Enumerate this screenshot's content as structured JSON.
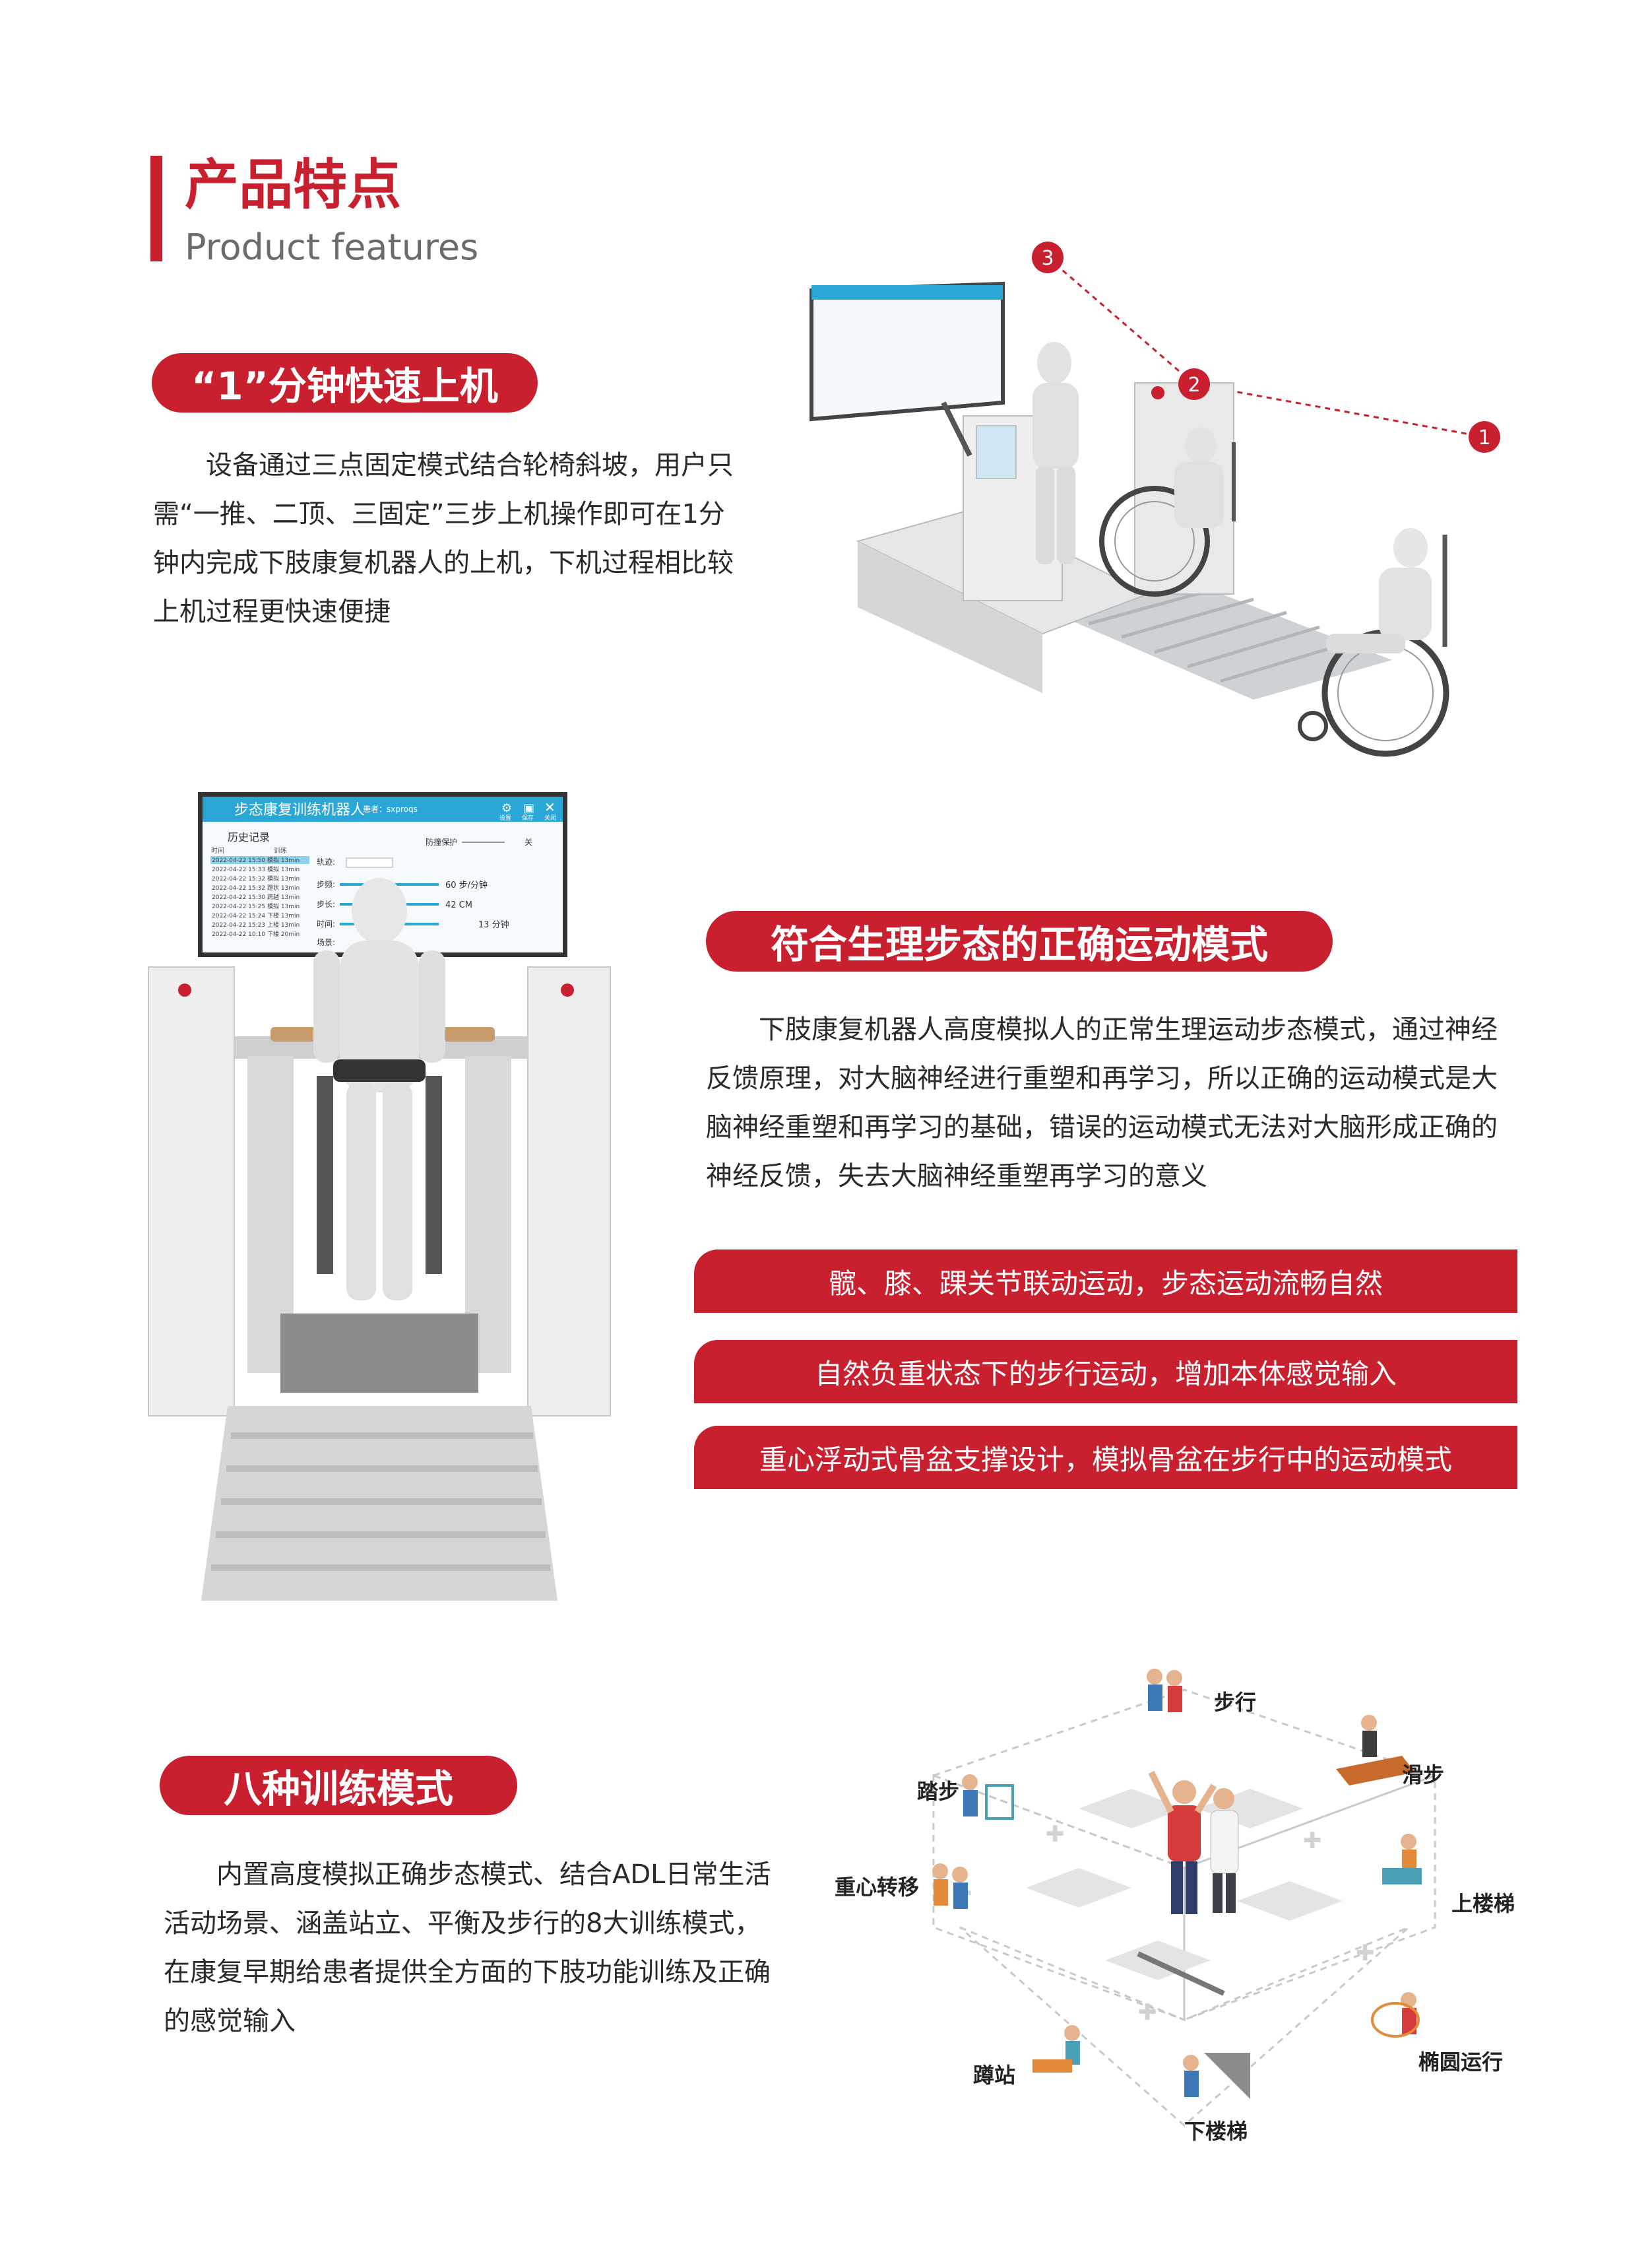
{
  "header": {
    "title_cn": "产品特点",
    "title_en": "Product features"
  },
  "section1": {
    "title": "“1”分钟快速上机",
    "body": "设备通过三点固定模式结合轮椅斜坡，用户只需“一推、二顶、三固定”三步上机操作即可在1分钟内完成下肢康复机器人的上机，下机过程相比较上机过程更快速便捷",
    "markers": [
      "1",
      "2",
      "3"
    ]
  },
  "section2": {
    "title": "符合生理步态的正确运动模式",
    "body": "下肢康复机器人高度模拟人的正常生理运动步态模式，通过神经反馈原理，对大脑神经进行重塑和再学习，所以正确的运动模式是大脑神经重塑和再学习的基础，错误的运动模式无法对大脑形成正确的神经反馈，失去大脑神经重塑再学习的意义",
    "features": [
      "髋、膝、踝关节联动运动，步态运动流畅自然",
      "自然负重状态下的步行运动，增加本体感觉输入",
      "重心浮动式骨盆支撑设计，模拟骨盆在步行中的运动模式"
    ],
    "screen": {
      "app_title": "步态康复训练机器人",
      "user": "患者：sxproqs",
      "history_title": "历史记录",
      "col_time": "时间",
      "col_params": "训练",
      "history_rows": [
        "2022-04-22 15:50 模拟 13min",
        "2022-04-22 15:33 模拟 13min",
        "2022-04-22 15:32 模拟 13min",
        "2022-04-22 15:32 蹬状 13min",
        "2022-04-22 15:30 跨越 13min",
        "2022-04-22 15:25 模拟 13min",
        "2022-04-22 15:24 下楼 13min",
        "2022-04-22 15:23 上楼 13min",
        "2022-04-22 10:10 下楼 20min"
      ],
      "protect_label": "防撞保护",
      "protect_value": "关",
      "track_label": "轨迹:",
      "speed_label": "步频:",
      "speed_value": "60 步/分钟",
      "length_label": "步长:",
      "length_value": "42 CM",
      "time_label": "时间:",
      "time_value": "13 分钟",
      "scene_label": "场景:",
      "settings_label": "设置",
      "save_label": "保存",
      "close_label": "关闭"
    }
  },
  "section3": {
    "title": "八种训练模式",
    "body": "内置高度模拟正确步态模式、结合ADL日常生活活动场景、涵盖站立、平衡及步行的8大训练模式，在康复早期给患者提供全方面的下肢功能训练及正确的感觉输入",
    "modes": [
      "步行",
      "滑步",
      "上楼梯",
      "椭圆运行",
      "下楼梯",
      "蹲站",
      "重心转移",
      "踏步"
    ]
  },
  "colors": {
    "accent": "#c8202f",
    "screen_header": "#2aa7d6",
    "body_text": "#2a2a2a",
    "subtitle": "#6b6b6b"
  }
}
